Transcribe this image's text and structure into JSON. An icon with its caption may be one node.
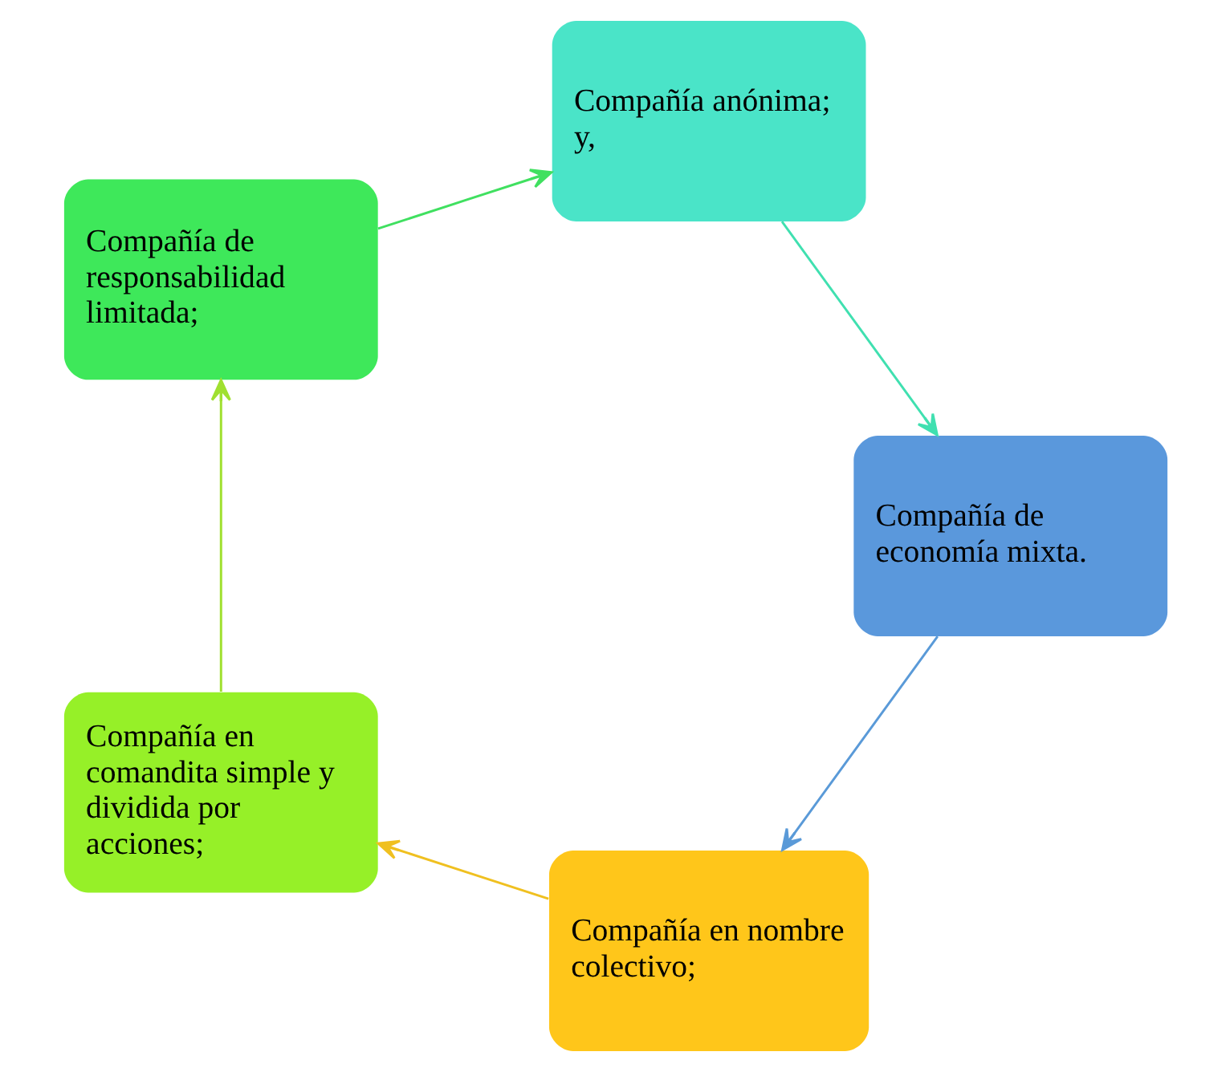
{
  "diagram": {
    "nodes": [
      {
        "text": [
          "Compañía en nombre colectivo;"
        ]
      },
      {
        "text": [
          "Compañía en comandita simple y dividida por acciones;"
        ]
      },
      {
        "text": [
          "Compañía de responsabilidad limitada;"
        ]
      },
      {
        "text": [
          "Compañía anónima; y,"
        ]
      },
      {
        "text": [
          "Compañía de economía mixta."
        ]
      }
    ],
    "edges": [
      {
        "from": 0,
        "to": 1,
        "arrow": "to",
        "color": "#f0c020"
      },
      {
        "from": 1,
        "to": 2,
        "arrow": "to",
        "color": "#a0e030"
      },
      {
        "from": 2,
        "to": 3,
        "arrow": "to",
        "color": "#40e060"
      },
      {
        "from": 3,
        "to": 4,
        "arrow": "to",
        "color": "#40e0b0"
      },
      {
        "from": 4,
        "to": 0,
        "arrow": "to",
        "color": "#5a9ad8"
      }
    ]
  }
}
